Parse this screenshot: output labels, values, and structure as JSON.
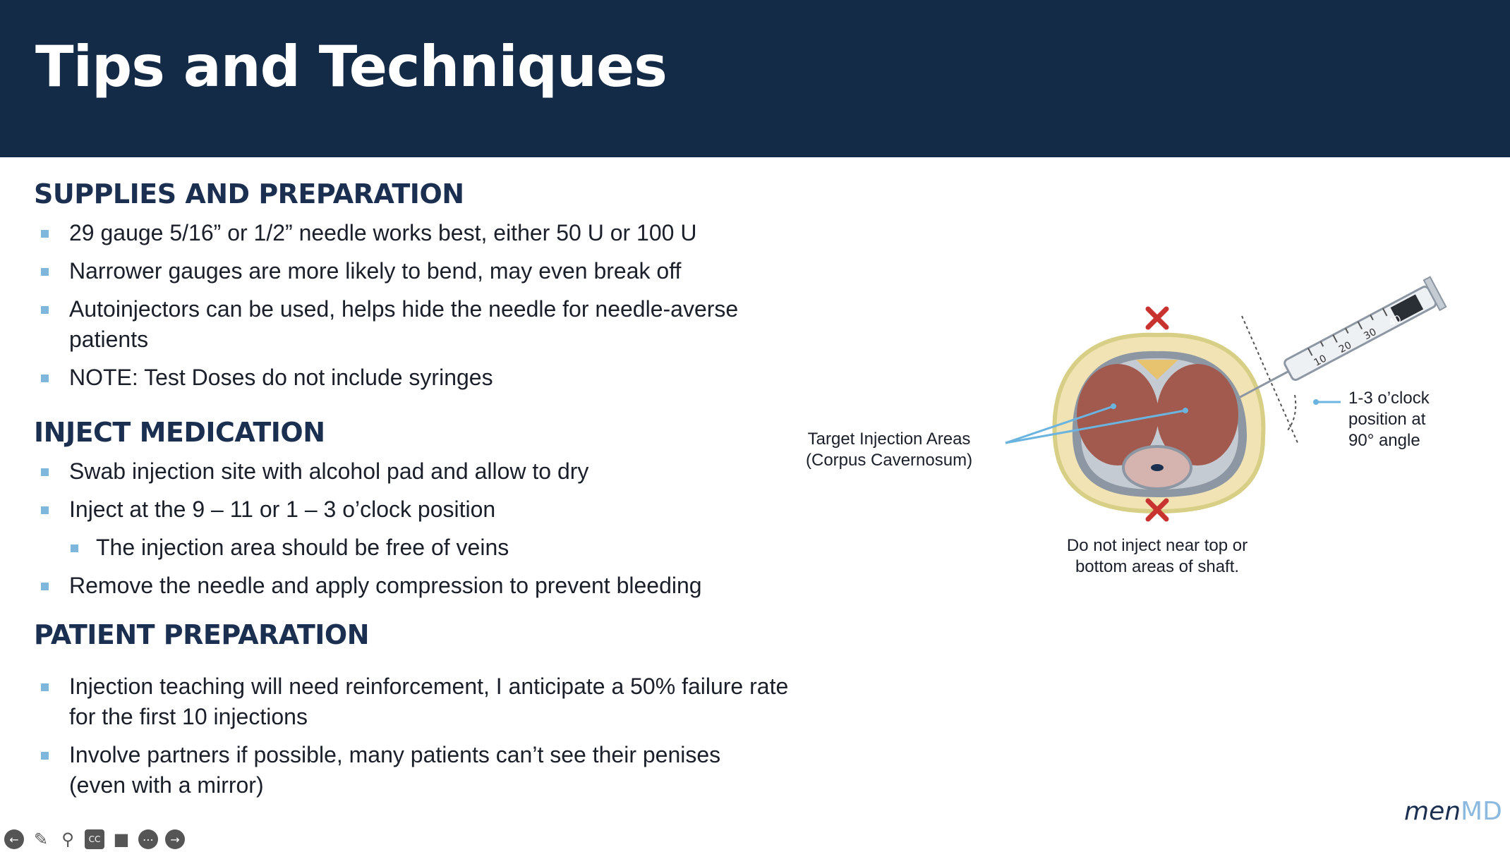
{
  "title": "Tips and Techniques",
  "sections": [
    {
      "heading": "SUPPLIES AND PREPARATION",
      "items": [
        "29 gauge 5/16” or 1/2” needle works best, either 50 U or 100 U",
        "Narrower gauges are more likely to bend, may even break off",
        "Autoinjectors can be used, helps hide the needle for needle-averse patients",
        "NOTE: Test Doses do not include syringes"
      ]
    },
    {
      "heading": "INJECT MEDICATION",
      "items": [
        "Swab injection site with alcohol pad and allow to dry",
        "Inject at the 9 – 11 or 1 – 3 o’clock position",
        "The injection area should be free of veins",
        "Remove the needle and apply compression to prevent bleeding"
      ]
    },
    {
      "heading": "PATIENT PREPARATION",
      "items": [
        "Injection teaching will  need reinforcement, I anticipate a 50% failure rate for the first 10 injections",
        "Involve partners if possible, many patients can’t see their penises (even with a mirror)"
      ]
    }
  ],
  "diagram": {
    "target_line1": "Target Injection Areas",
    "target_line2": "(Corpus Cavernosum)",
    "angle_line1": "1-3 o’clock",
    "angle_line2": "position at",
    "angle_line3": "90° angle",
    "warning_line1": "Do not inject near top or",
    "warning_line2": "bottom areas of shaft.",
    "syringe_marks": [
      "10",
      "20",
      "30",
      "40"
    ],
    "colors": {
      "tissue": "#a25a4f",
      "outer_ring": "#e8cf8f",
      "fascia": "#9aa3ad",
      "needle_line": "#6cb4e0",
      "x_mark": "#c8322f"
    }
  },
  "toolbar": {
    "icons": [
      "back-icon",
      "pen-icon",
      "zoom-icon",
      "captions-icon",
      "camera-icon",
      "more-icon",
      "forward-icon"
    ],
    "cc_label": "CC"
  },
  "logo": {
    "part1": "men",
    "part2": "MD"
  },
  "theme": {
    "title_bg": "#142b48",
    "bullet": "#7fb7dc",
    "heading": "#1b2f50"
  }
}
